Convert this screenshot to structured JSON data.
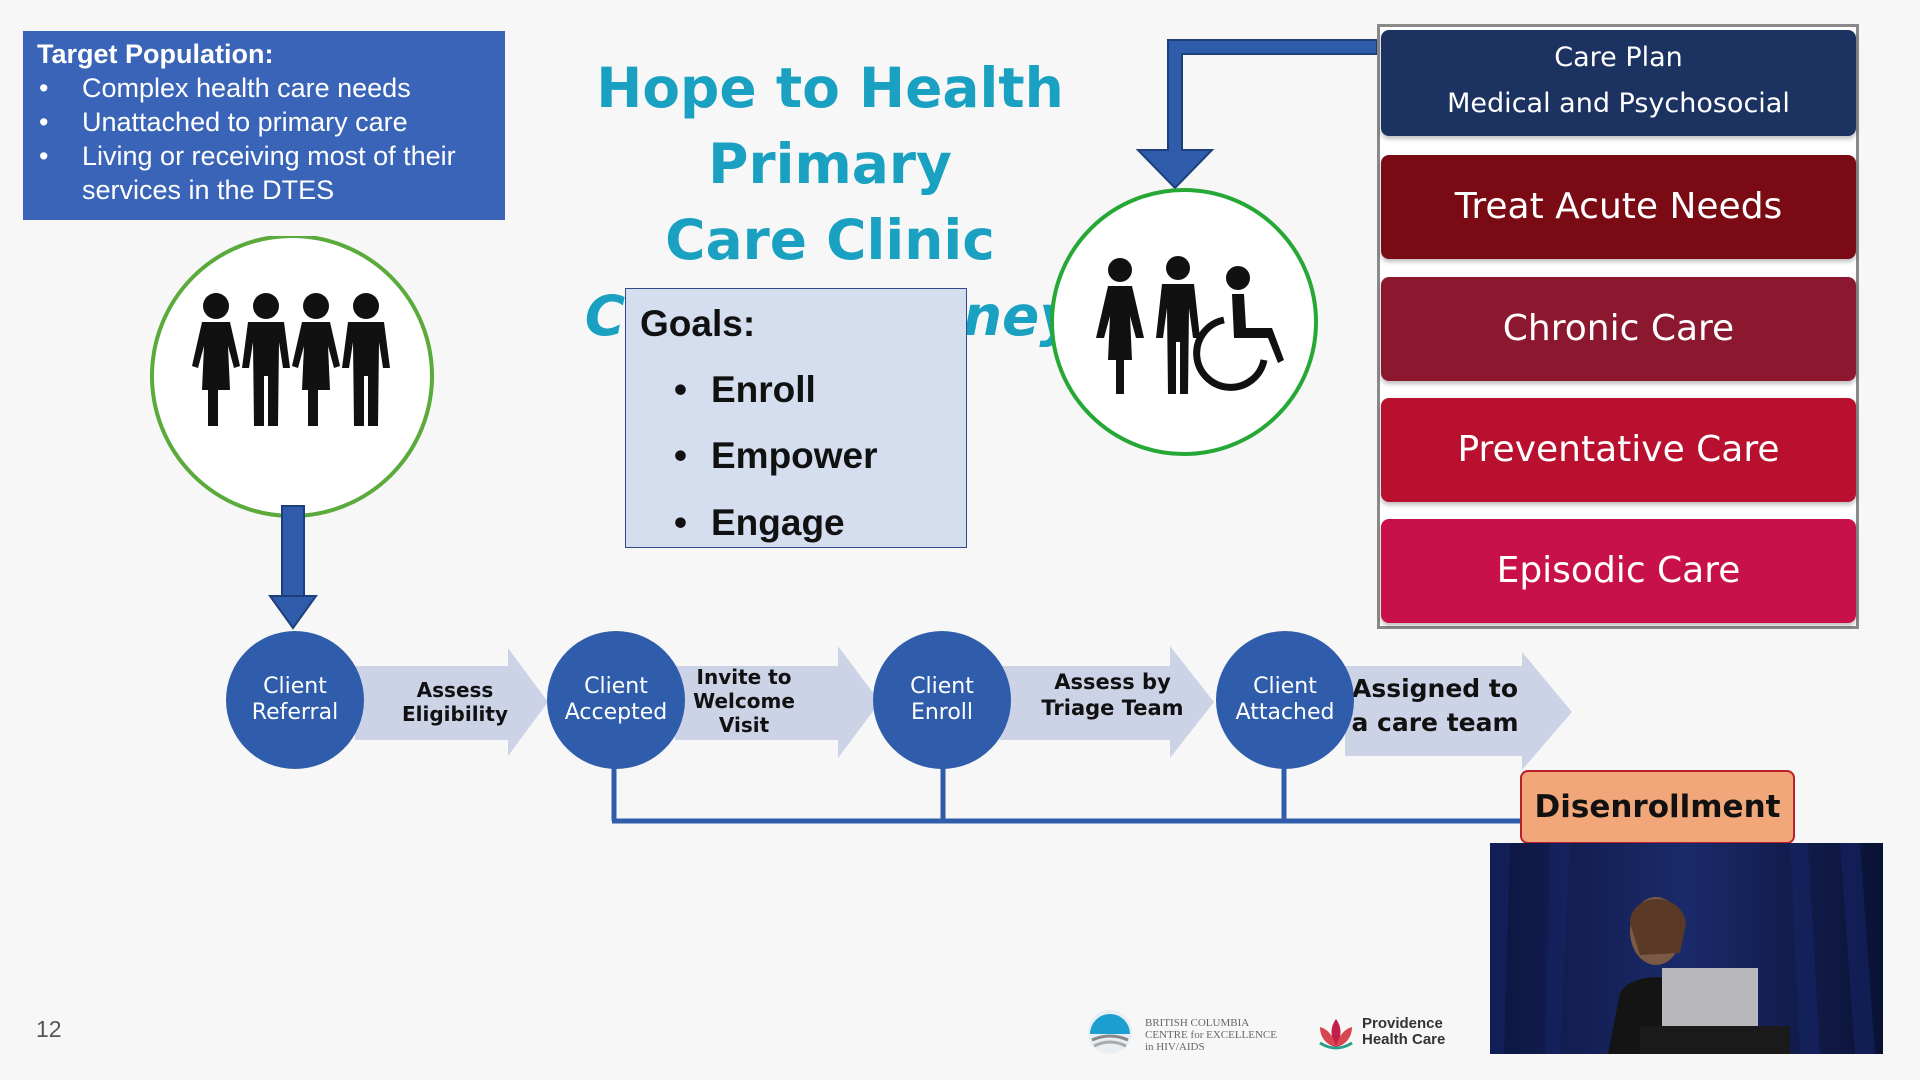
{
  "target": {
    "heading": "Target Population:",
    "items": [
      "Complex health care needs",
      "Unattached to primary care",
      "Living or receiving most of their services in the DTES"
    ]
  },
  "title": {
    "line1": "Hope to Health Primary",
    "line2": "Care Clinic",
    "subtitle": "Client’s Journey"
  },
  "goals": {
    "heading": "Goals:",
    "items": [
      "Enroll",
      "Empower",
      "Engage"
    ]
  },
  "care_plan": {
    "line1": "Care Plan",
    "line2": "Medical and Psychosocial",
    "boxes": [
      {
        "label": "Treat Acute Needs",
        "color": "#7a0a13"
      },
      {
        "label": "Chronic Care",
        "color": "#8c1830"
      },
      {
        "label": "Preventative Care",
        "color": "#b8102e"
      },
      {
        "label": "Episodic Care",
        "color": "#c8104a"
      }
    ]
  },
  "flow": {
    "circles": [
      {
        "line1": "Client",
        "line2": "Referral"
      },
      {
        "line1": "Client",
        "line2": "Accepted"
      },
      {
        "line1": "Client",
        "line2": "Enroll"
      },
      {
        "line1": "Client",
        "line2": "Attached"
      }
    ],
    "arrows": [
      {
        "line1": "Assess",
        "line2": "Eligibility"
      },
      {
        "line1": "Invite to",
        "line2": "Welcome",
        "line3": "Visit"
      },
      {
        "line1": "Assess by",
        "line2": "Triage Team"
      },
      {
        "line1": "Assigned to",
        "line2": "a care team"
      }
    ],
    "disenrollment": "Disenrollment"
  },
  "footer": {
    "page_number": "12",
    "bccfe": [
      "BRITISH COLUMBIA",
      "CENTRE for EXCELLENCE",
      "in HIV/AIDS"
    ],
    "providence": [
      "Providence",
      "Health Care"
    ]
  },
  "colors": {
    "accent": "#1aa1c1",
    "blue": "#2f5dab",
    "green": "#4caf3a"
  }
}
